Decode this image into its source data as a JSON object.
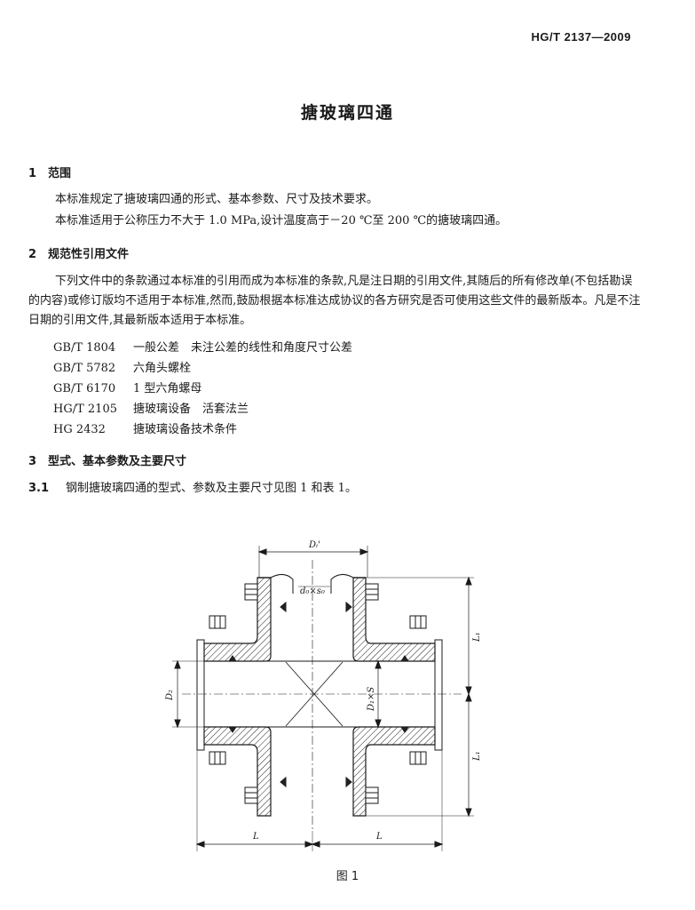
{
  "header": {
    "standard_code": "HG/T 2137—2009"
  },
  "title": "搪玻璃四通",
  "sections": [
    {
      "number": "1",
      "heading": "范围",
      "paragraphs": [
        "本标准规定了搪玻璃四通的形式、基本参数、尺寸及技术要求。",
        "本标准适用于公称压力不大于 1.0 MPa,设计温度高于－20 ℃至 200 ℃的搪玻璃四通。"
      ]
    },
    {
      "number": "2",
      "heading": "规范性引用文件",
      "paragraphs": [
        "下列文件中的条款通过本标准的引用而成为本标准的条款,凡是注日期的引用文件,其随后的所有修改单(不包括勘误的内容)或修订版均不适用于本标准,然而,鼓励根据本标准达成协议的各方研究是否可使用这些文件的最新版本。凡是不注日期的引用文件,其最新版本适用于本标准。"
      ],
      "references": [
        {
          "code": "GB/T 1804",
          "title": "一般公差　未注公差的线性和角度尺寸公差"
        },
        {
          "code": "GB/T 5782",
          "title": "六角头螺栓"
        },
        {
          "code": "GB/T 6170",
          "title": "1 型六角螺母"
        },
        {
          "code": "HG/T 2105",
          "title": "搪玻璃设备　活套法兰"
        },
        {
          "code": "HG 2432",
          "title": "搪玻璃设备技术条件"
        }
      ]
    },
    {
      "number": "3",
      "heading": "型式、基本参数及主要尺寸",
      "subsections": [
        {
          "number": "3.1",
          "text": "钢制搪玻璃四通的型式、参数及主要尺寸见图 1 和表 1。"
        }
      ]
    }
  ],
  "figure": {
    "caption": "图 1",
    "labels": {
      "top": "Dᵢ'",
      "inner_wall": "d₀×s₀",
      "left": "D₂",
      "center": "D₁×S",
      "right_upper": "L₁",
      "right_lower": "L₁",
      "bottom_left": "L",
      "bottom_right": "L"
    }
  }
}
